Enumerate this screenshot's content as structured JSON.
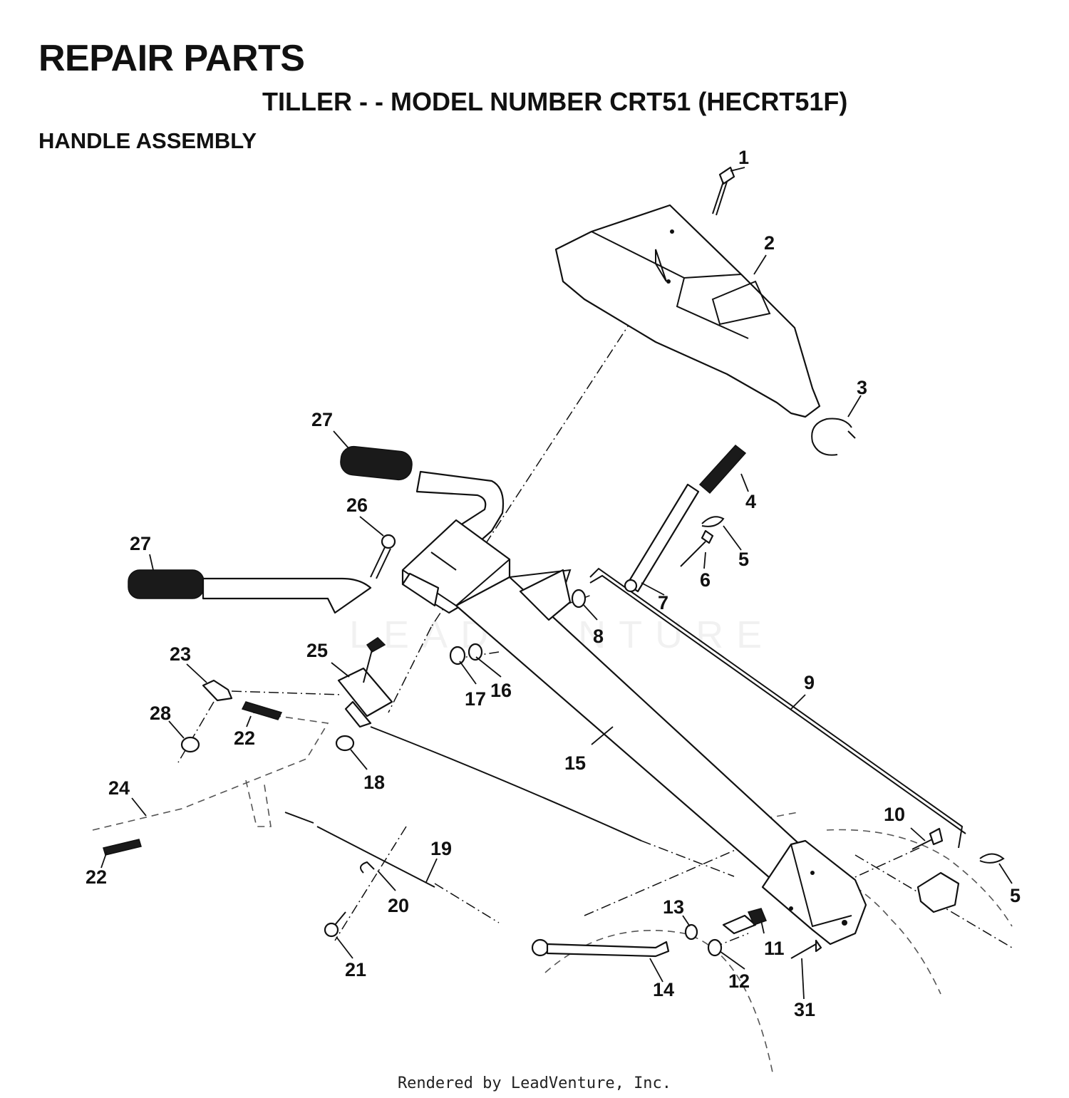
{
  "header": {
    "title": "REPAIR PARTS",
    "subtitle": "TILLER - - MODEL NUMBER CRT51 (HECRT51F)",
    "section": "HANDLE ASSEMBLY"
  },
  "callouts": [
    {
      "id": "1",
      "label": "1"
    },
    {
      "id": "2",
      "label": "2"
    },
    {
      "id": "3",
      "label": "3"
    },
    {
      "id": "4",
      "label": "4"
    },
    {
      "id": "5a",
      "label": "5"
    },
    {
      "id": "5b",
      "label": "5"
    },
    {
      "id": "6",
      "label": "6"
    },
    {
      "id": "7",
      "label": "7"
    },
    {
      "id": "8",
      "label": "8"
    },
    {
      "id": "9",
      "label": "9"
    },
    {
      "id": "10",
      "label": "10"
    },
    {
      "id": "11",
      "label": "11"
    },
    {
      "id": "12",
      "label": "12"
    },
    {
      "id": "13",
      "label": "13"
    },
    {
      "id": "14",
      "label": "14"
    },
    {
      "id": "15",
      "label": "15"
    },
    {
      "id": "16",
      "label": "16"
    },
    {
      "id": "17",
      "label": "17"
    },
    {
      "id": "18",
      "label": "18"
    },
    {
      "id": "19",
      "label": "19"
    },
    {
      "id": "20",
      "label": "20"
    },
    {
      "id": "21",
      "label": "21"
    },
    {
      "id": "22a",
      "label": "22"
    },
    {
      "id": "22b",
      "label": "22"
    },
    {
      "id": "23",
      "label": "23"
    },
    {
      "id": "24",
      "label": "24"
    },
    {
      "id": "25",
      "label": "25"
    },
    {
      "id": "26",
      "label": "26"
    },
    {
      "id": "27a",
      "label": "27"
    },
    {
      "id": "27b",
      "label": "27"
    },
    {
      "id": "28",
      "label": "28"
    },
    {
      "id": "31",
      "label": "31"
    }
  ],
  "watermark": "LEADVENTURE",
  "footer": "Rendered by LeadVenture, Inc."
}
